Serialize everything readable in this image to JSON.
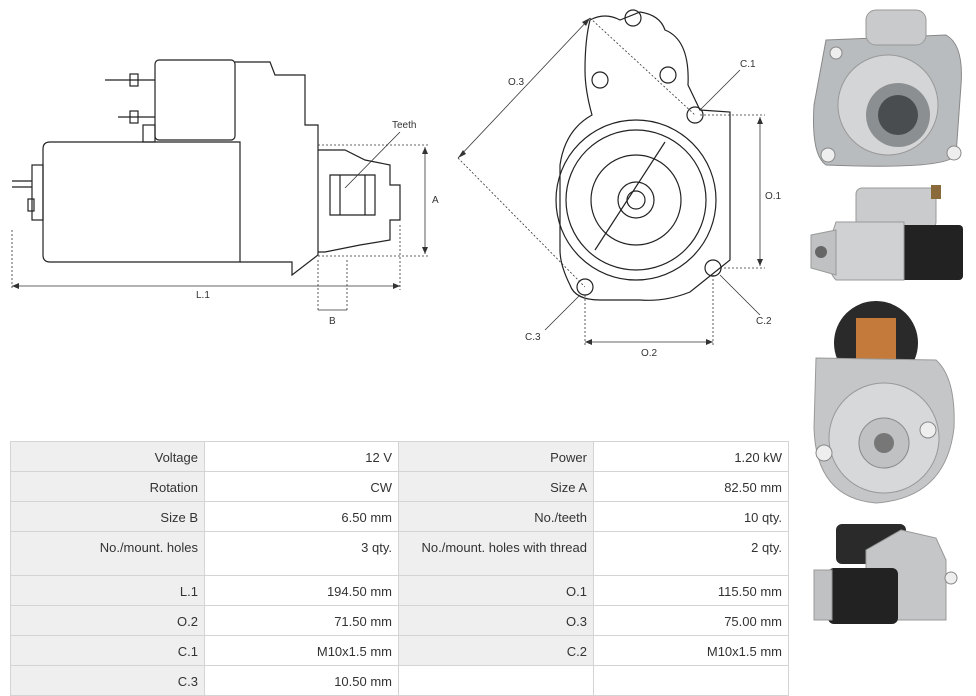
{
  "diagram_labels": {
    "teeth": "Teeth",
    "a": "A",
    "b": "B",
    "l1": "L.1",
    "o1": "O.1",
    "o2": "O.2",
    "o3": "O.3",
    "c1": "C.1",
    "c2": "C.2",
    "c3": "C.3"
  },
  "specs": {
    "rows": [
      {
        "l1": "Voltage",
        "v1": "12 V",
        "l2": "Power",
        "v2": "1.20 kW"
      },
      {
        "l1": "Rotation",
        "v1": "CW",
        "l2": "Size A",
        "v2": "82.50 mm"
      },
      {
        "l1": "Size B",
        "v1": "6.50 mm",
        "l2": "No./teeth",
        "v2": "10 qty."
      },
      {
        "l1": "No./mount. holes",
        "v1": "3 qty.",
        "l2": "No./mount. holes with thread",
        "v2": "2 qty."
      },
      {
        "l1": "L.1",
        "v1": "194.50 mm",
        "l2": "O.1",
        "v2": "115.50 mm"
      },
      {
        "l1": "O.2",
        "v1": "71.50 mm",
        "l2": "O.3",
        "v2": "75.00 mm"
      },
      {
        "l1": "C.1",
        "v1": "M10x1.5 mm",
        "l2": "C.2",
        "v2": "M10x1.5 mm"
      },
      {
        "l1": "C.3",
        "v1": "10.50 mm",
        "l2": "",
        "v2": ""
      }
    ]
  }
}
